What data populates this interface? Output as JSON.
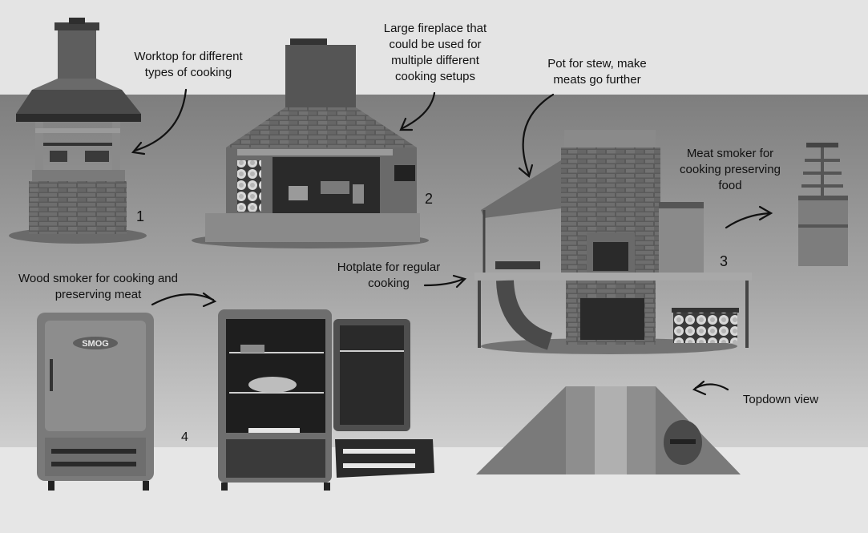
{
  "notes": {
    "worktop": "Worktop for different\ntypes of cooking",
    "fireplace": "Large fireplace that\ncould be used for\nmultiple different\ncooking setups",
    "pot": "Pot for stew, make\nmeats go further",
    "meat_smoker": "Meat smoker for\ncooking preserving\nfood",
    "hotplate": "Hotplate for regular\ncooking",
    "wood_smoker": "Wood smoker for cooking and\npreserving meat",
    "topdown": "Topdown view"
  },
  "numbers": {
    "n1": "1",
    "n2": "2",
    "n3": "3",
    "n4": "4"
  },
  "fridge_brand": "SMOG",
  "colors": {
    "background_light": "#e4e4e4",
    "band_gray": "#9a9a9a",
    "brick": "#5c5c5c",
    "metal": "#7d7d7d"
  }
}
